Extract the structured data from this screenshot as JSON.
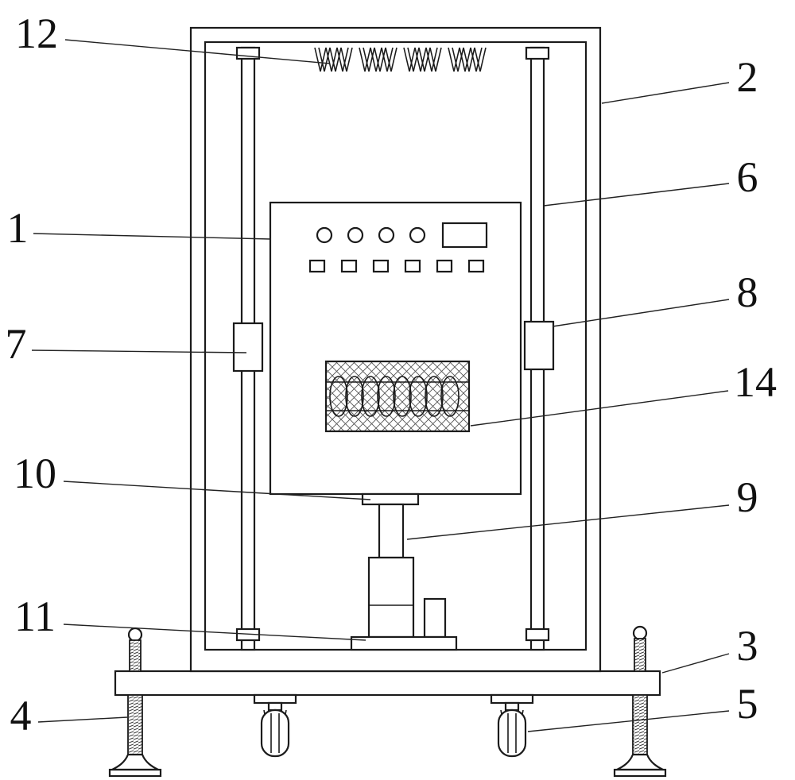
{
  "figure": {
    "type": "patent-line-drawing",
    "colors": {
      "background": "#ffffff",
      "line": "#1b1b1b",
      "label": "#111111"
    },
    "callouts": [
      {
        "label": "12",
        "part": "suspension-springs"
      },
      {
        "label": "2",
        "part": "outer-frame"
      },
      {
        "label": "1",
        "part": "control-panel"
      },
      {
        "label": "6",
        "part": "right-guide-rod"
      },
      {
        "label": "7",
        "part": "left-slider-block"
      },
      {
        "label": "8",
        "part": "right-slider-block"
      },
      {
        "label": "14",
        "part": "hatched-coil-chamber"
      },
      {
        "label": "10",
        "part": "lift-rod-flange"
      },
      {
        "label": "9",
        "part": "hydraulic-cylinder"
      },
      {
        "label": "11",
        "part": "jack-base-plate"
      },
      {
        "label": "3",
        "part": "base-platform"
      },
      {
        "label": "4",
        "part": "left-leveling-foot"
      },
      {
        "label": "5",
        "part": "right-caster-wheel"
      }
    ]
  }
}
